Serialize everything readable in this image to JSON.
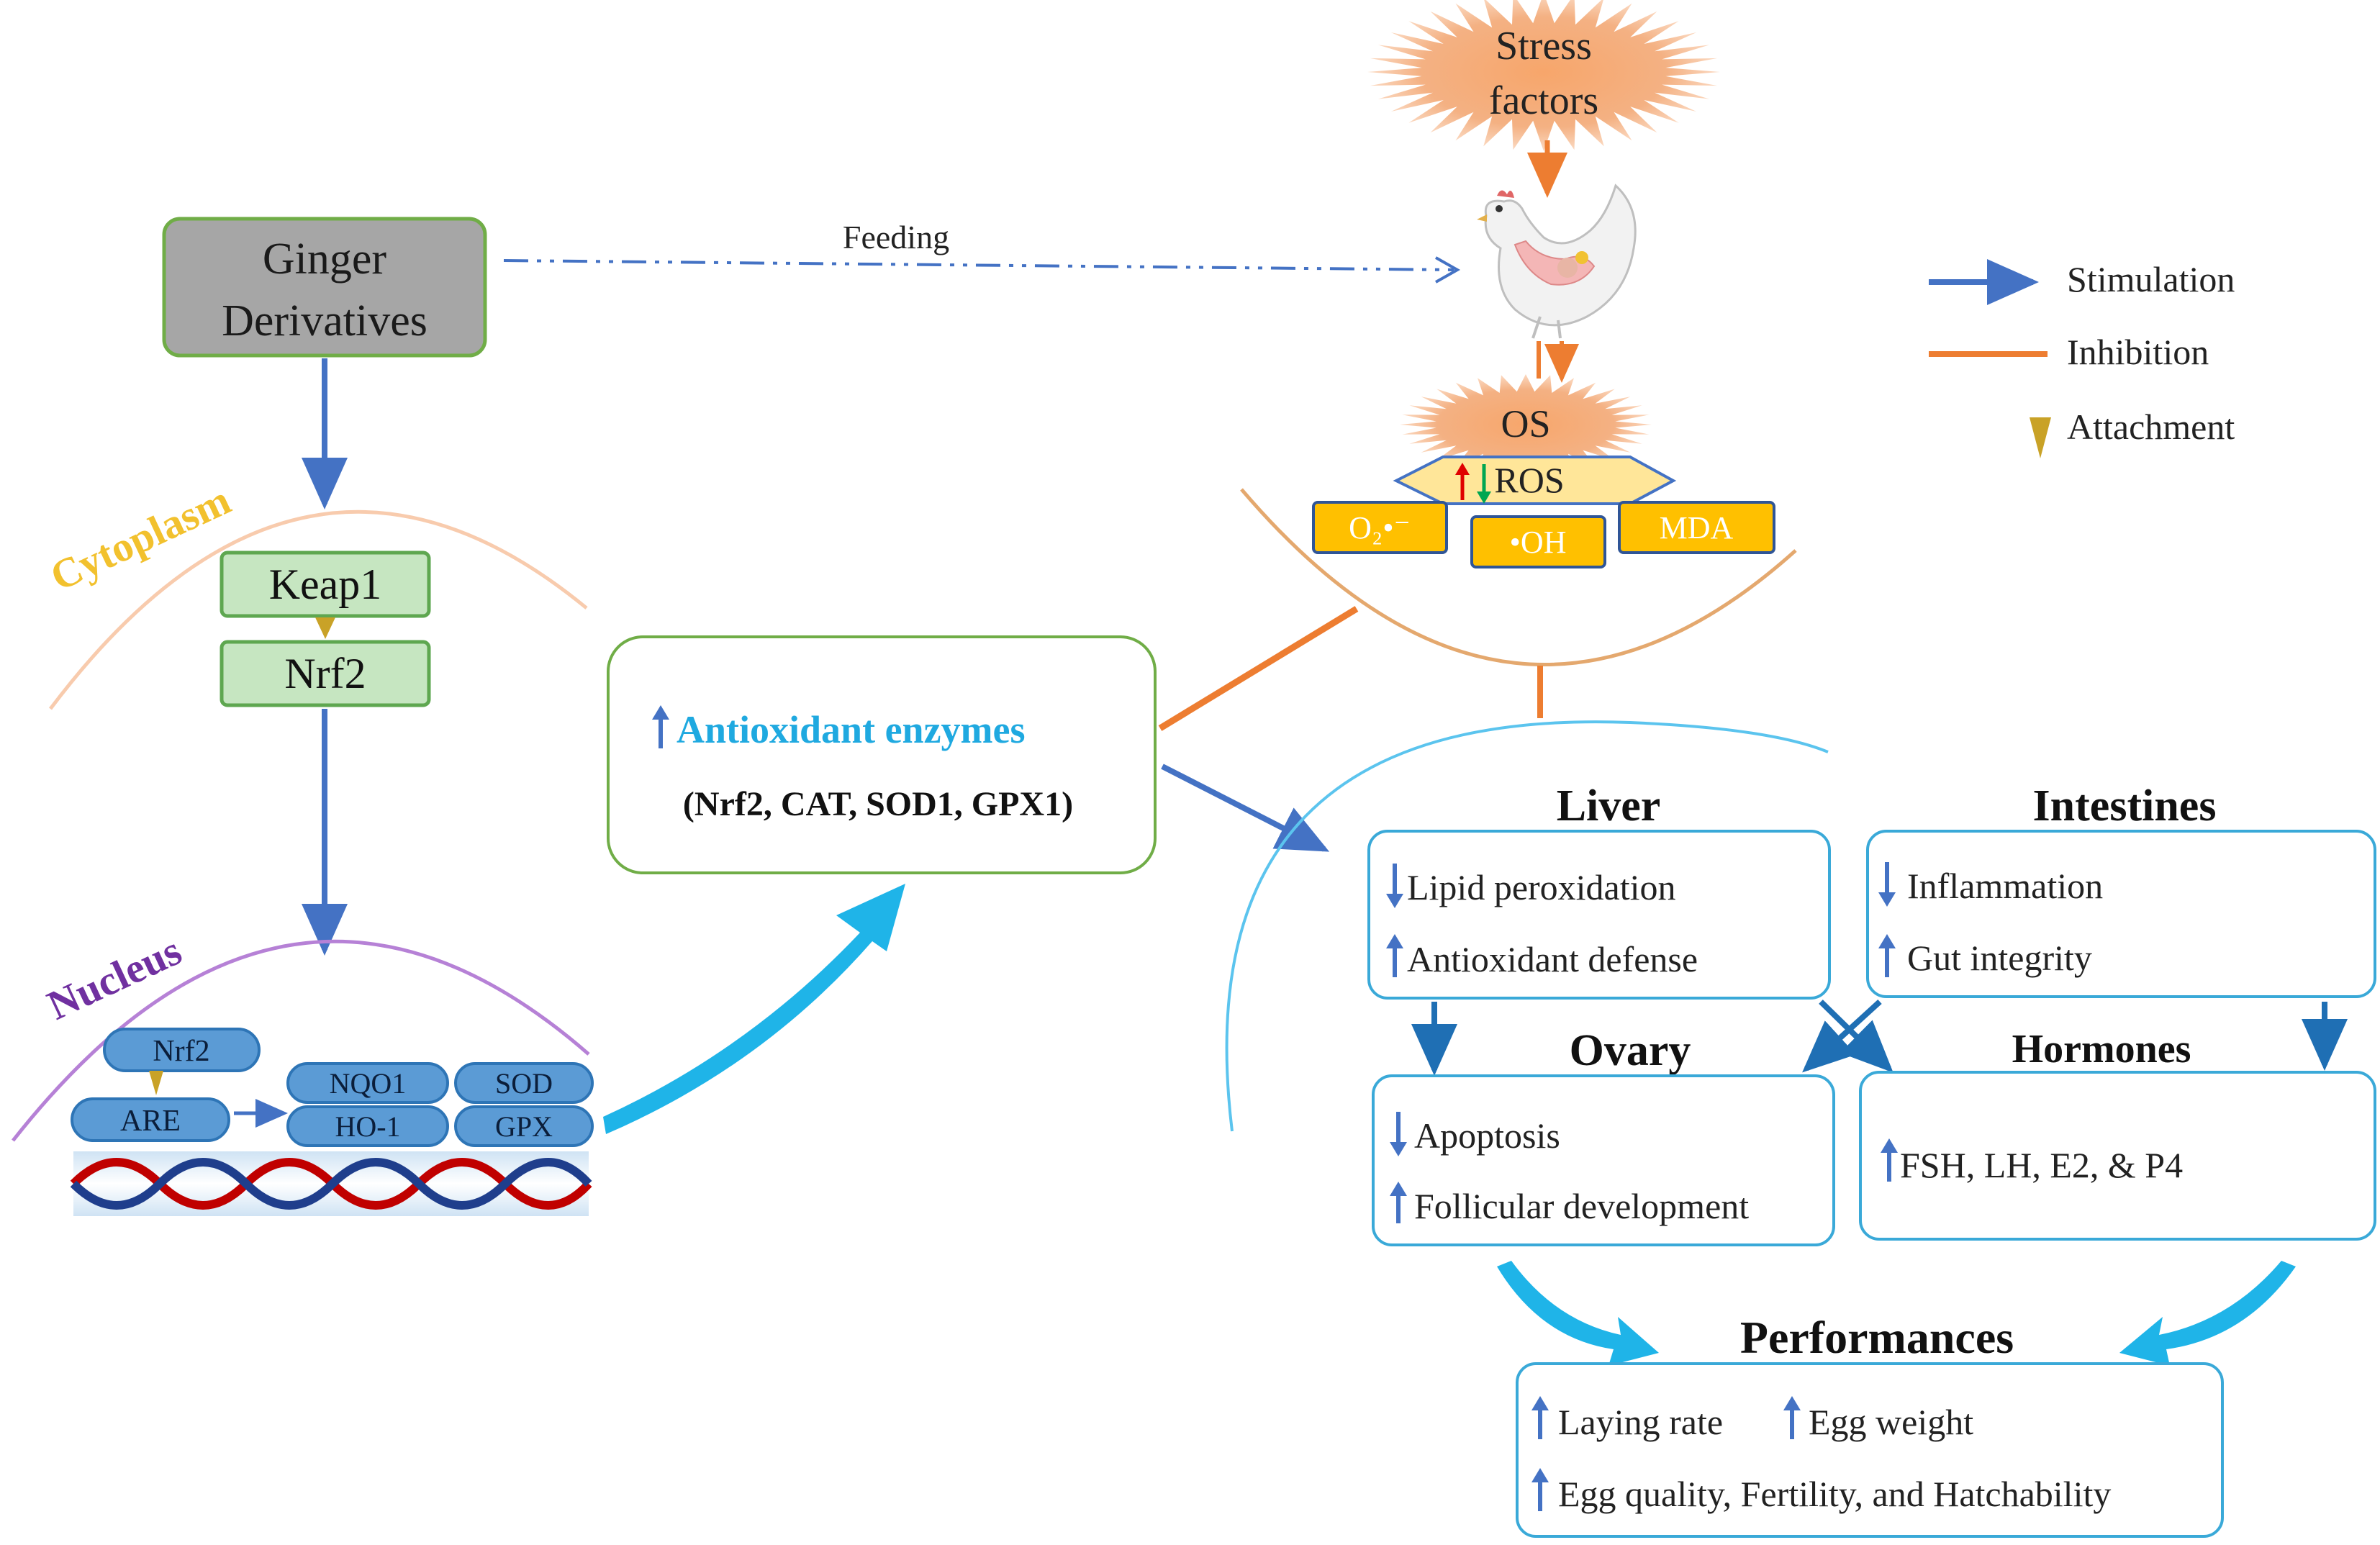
{
  "ginger": {
    "line1": "Ginger",
    "line2": "Derivatives"
  },
  "feeding_label": "Feeding",
  "stress": {
    "line1": "Stress",
    "line2": "factors"
  },
  "os_label": "OS",
  "ros_label": "ROS",
  "radicals": {
    "superoxide": "O₂•⁻",
    "hydroxyl": "•OH",
    "mda": "MDA"
  },
  "legend": {
    "stimulation": "Stimulation",
    "inhibition": "Inhibition",
    "attachment": "Attachment"
  },
  "cytoplasm_label": "Cytoplasm",
  "keap1_label": "Keap1",
  "nrf2_label": "Nrf2",
  "nucleus_label": "Nucleus",
  "nucleus": {
    "nrf2": "Nrf2",
    "are": "ARE",
    "nqo1": "NQO1",
    "sod": "SOD",
    "ho1": "HO-1",
    "gpx": "GPX"
  },
  "antioxidant": {
    "title": "Antioxidant enzymes",
    "list": "(Nrf2, CAT, SOD1, GPX1)"
  },
  "liver": {
    "title": "Liver",
    "item1": "Lipid peroxidation",
    "item2": "Antioxidant defense"
  },
  "intestines": {
    "title": "Intestines",
    "item1": "Inflammation",
    "item2": "Gut integrity"
  },
  "ovary": {
    "title": "Ovary",
    "item1": "Apoptosis",
    "item2": "Follicular  development"
  },
  "hormones": {
    "title": "Hormones",
    "item1": "FSH,  LH,  E2,  &  P4"
  },
  "performances": {
    "title": "Performances",
    "item1": "Laying rate",
    "item2": "Egg weight",
    "item3": "Egg quality, Fertility, and Hatchability"
  },
  "colors": {
    "stimulation": "#4472C4",
    "inhibition": "#ED7D31",
    "attachment": "#C9A227",
    "ginger_box": "#A6A6A6",
    "cyan_arrow": "#1FB4E8",
    "box_border": "#3AA9D8",
    "cytoplasm": "#F2C12E",
    "nucleus": "#7030A0",
    "ros_yellow": "#FFC000",
    "antioxidant_title": "#1FA9E0"
  }
}
